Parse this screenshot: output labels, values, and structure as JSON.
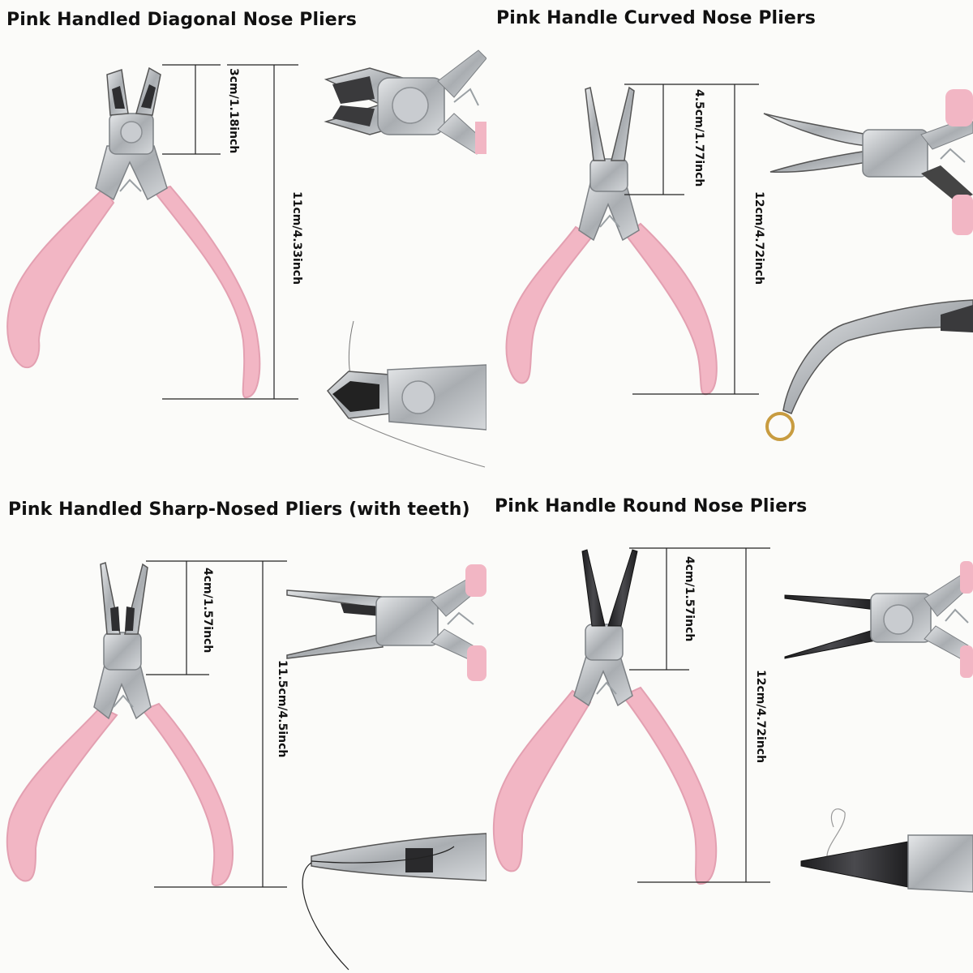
{
  "panels": [
    {
      "title": "Pink Handled Diagonal Nose Pliers",
      "jaw_length": "3cm/1.18inch",
      "total_length": "11cm/4.33inch"
    },
    {
      "title": "Pink Handle Curved Nose Pliers",
      "jaw_length": "4.5cm/1.77inch",
      "total_length": "12cm/4.72inch"
    },
    {
      "title": "Pink Handled Sharp-Nosed Pliers (with teeth)",
      "jaw_length": "4cm/1.57inch",
      "total_length": "11.5cm/4.5inch"
    },
    {
      "title": "Pink Handle Round Nose Pliers",
      "jaw_length": "4cm/1.57inch",
      "total_length": "12cm/4.72inch"
    }
  ],
  "colors": {
    "handle_pink": "#f2b6c4",
    "steel": "#b9bcbf",
    "dark_tip": "#2e2e30",
    "background": "#fbfbf9"
  }
}
